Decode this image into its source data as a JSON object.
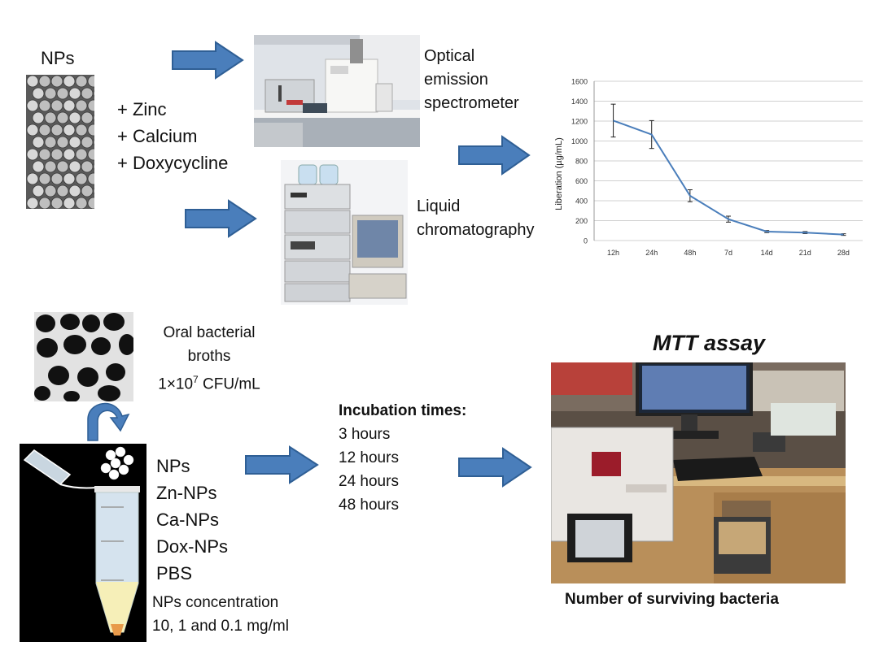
{
  "top": {
    "nps_label": "NPs",
    "additives": [
      "+  Zinc",
      "+  Calcium",
      "+  Doxycycline"
    ],
    "instrument1": [
      "Optical",
      "emission",
      "spectrometer"
    ],
    "instrument2": [
      "Liquid",
      "chromatography"
    ]
  },
  "chart_data": {
    "type": "line",
    "title": "",
    "xlabel": "",
    "ylabel": "Liberation (µg/mL)",
    "categories": [
      "12h",
      "24h",
      "48h",
      "7d",
      "14d",
      "21d",
      "28d"
    ],
    "values": [
      1205,
      1065,
      450,
      215,
      90,
      80,
      60
    ],
    "errors": [
      165,
      140,
      60,
      30,
      10,
      10,
      8
    ],
    "ylim": [
      0,
      1600
    ],
    "yticks": [
      "0",
      "200",
      "400",
      "600",
      "800",
      "1000",
      "1200",
      "1400",
      "1600"
    ],
    "grid": true,
    "line_color": "#4a7ebb"
  },
  "bottom": {
    "broth_lines": [
      "Oral bacterial",
      "broths"
    ],
    "broth_conc_prefix": "1×10",
    "broth_conc_exp": "7",
    "broth_conc_suffix": " CFU/mL",
    "groups": [
      "NPs",
      "Zn-NPs",
      "Ca-NPs",
      "Dox-NPs",
      "PBS"
    ],
    "conc_lines": [
      "NPs concentration",
      "10, 1 and 0.1 mg/ml"
    ],
    "incubation_title": "Incubation times:",
    "incubation_times": [
      "3 hours",
      "12 hours",
      "24 hours",
      "48 hours"
    ],
    "mtt_title": "MTT assay",
    "mtt_caption": "Number of surviving bacteria"
  },
  "colors": {
    "arrow_fill": "#4a7ebb",
    "arrow_stroke": "#2f5f95"
  }
}
